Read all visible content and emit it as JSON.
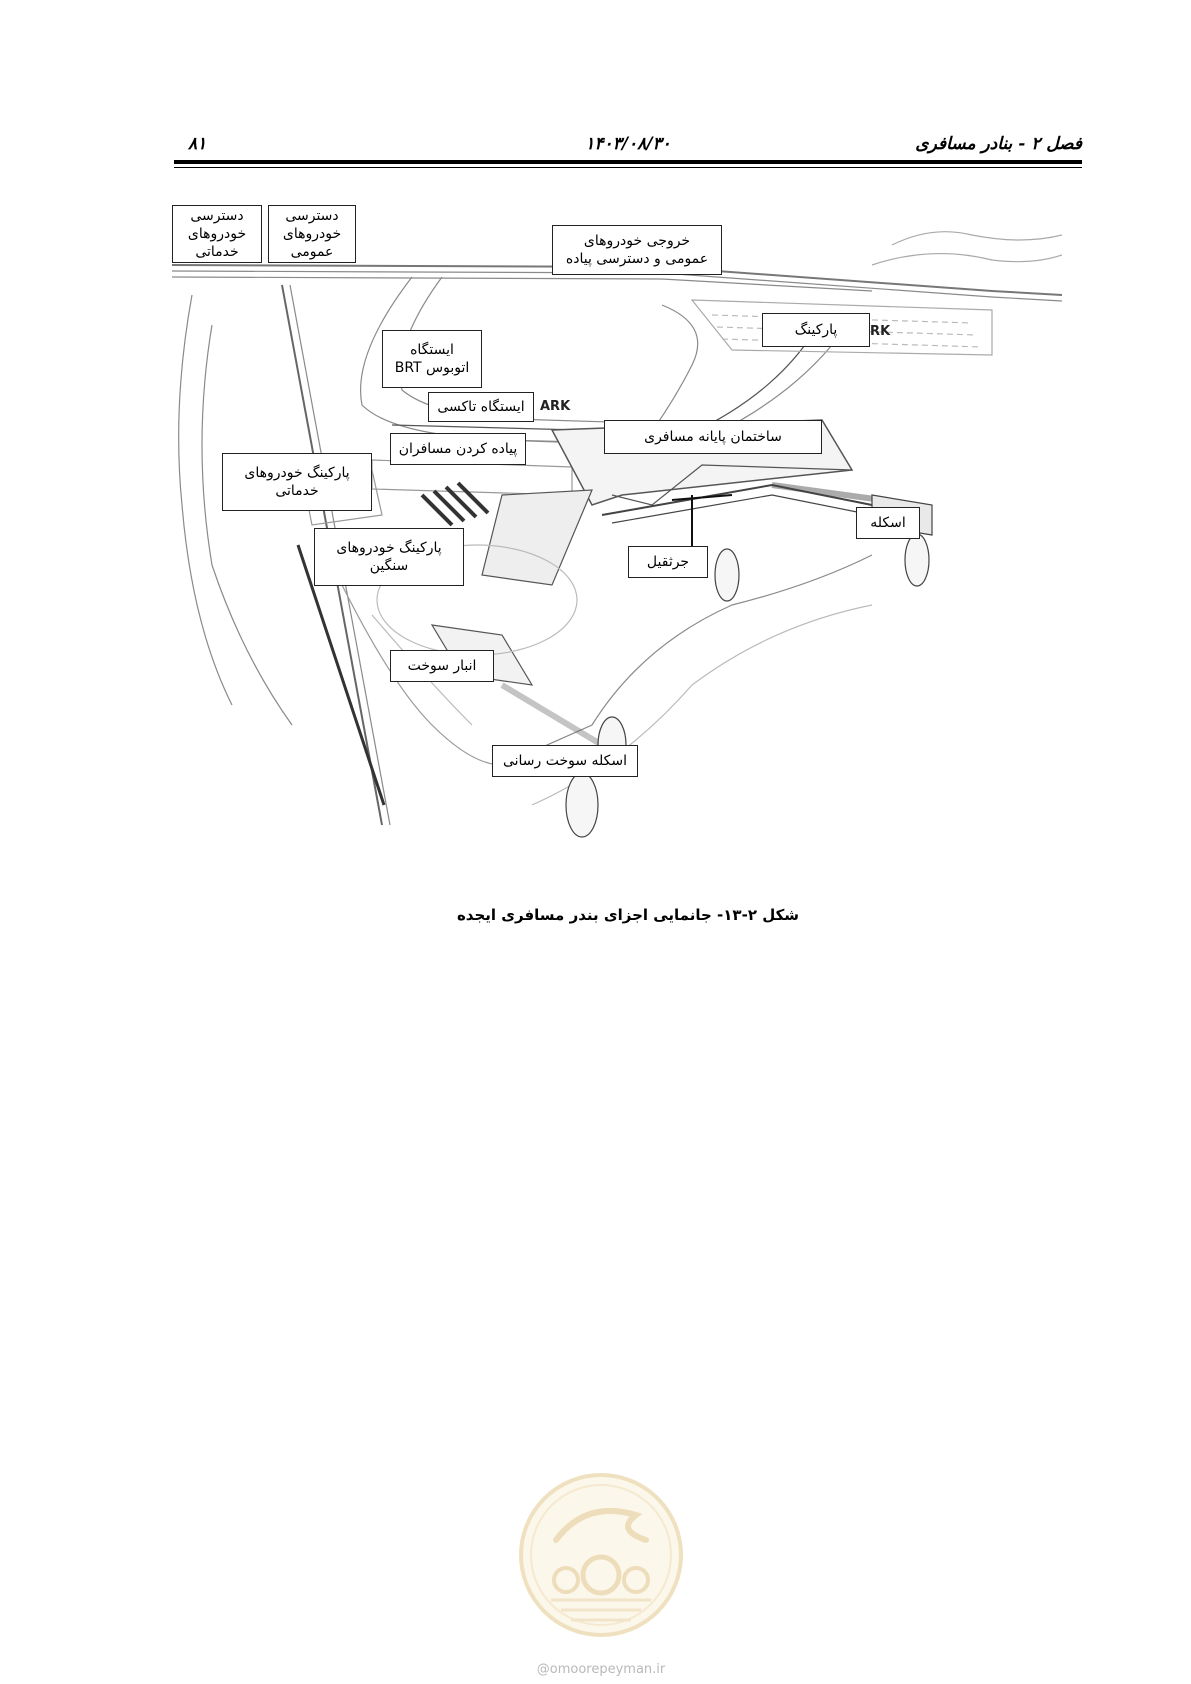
{
  "header": {
    "chapter": "فصل ۲ - بنادر مسافری",
    "date": "۱۴۰۳/۰۸/۳۰",
    "page_number": "۸۱"
  },
  "figure": {
    "labels": {
      "service_access": "دسترسی\nخودروهای\nخدماتی",
      "public_access": "دسترسی\nخودروهای\nعمومی",
      "exit": "خروجی خودروهای\nعمومی و دسترسی پیاده",
      "parking": "پارکینگ",
      "brt": "ایستگاه\nاتوبوس BRT",
      "taxi": "ایستگاه تاکسی",
      "dropoff": "پیاده کردن مسافران",
      "terminal": "ساختمان پایانه مسافری",
      "service_parking": "پارکینگ خودروهای\nخدماتی",
      "heavy_parking": "پارکینگ خودروهای\nسنگین",
      "crane": "جرثقیل",
      "pier": "اسکله",
      "fuel_storage": "انبار سوخت",
      "fuel_pier": "اسکله سوخت رسانی"
    },
    "sign_text": "ARK"
  },
  "caption": "شکل ۲-۱۳- جانمایی اجزای بندر مسافری ایجده",
  "watermark": {
    "site": "@omoorepeyman.ir"
  }
}
